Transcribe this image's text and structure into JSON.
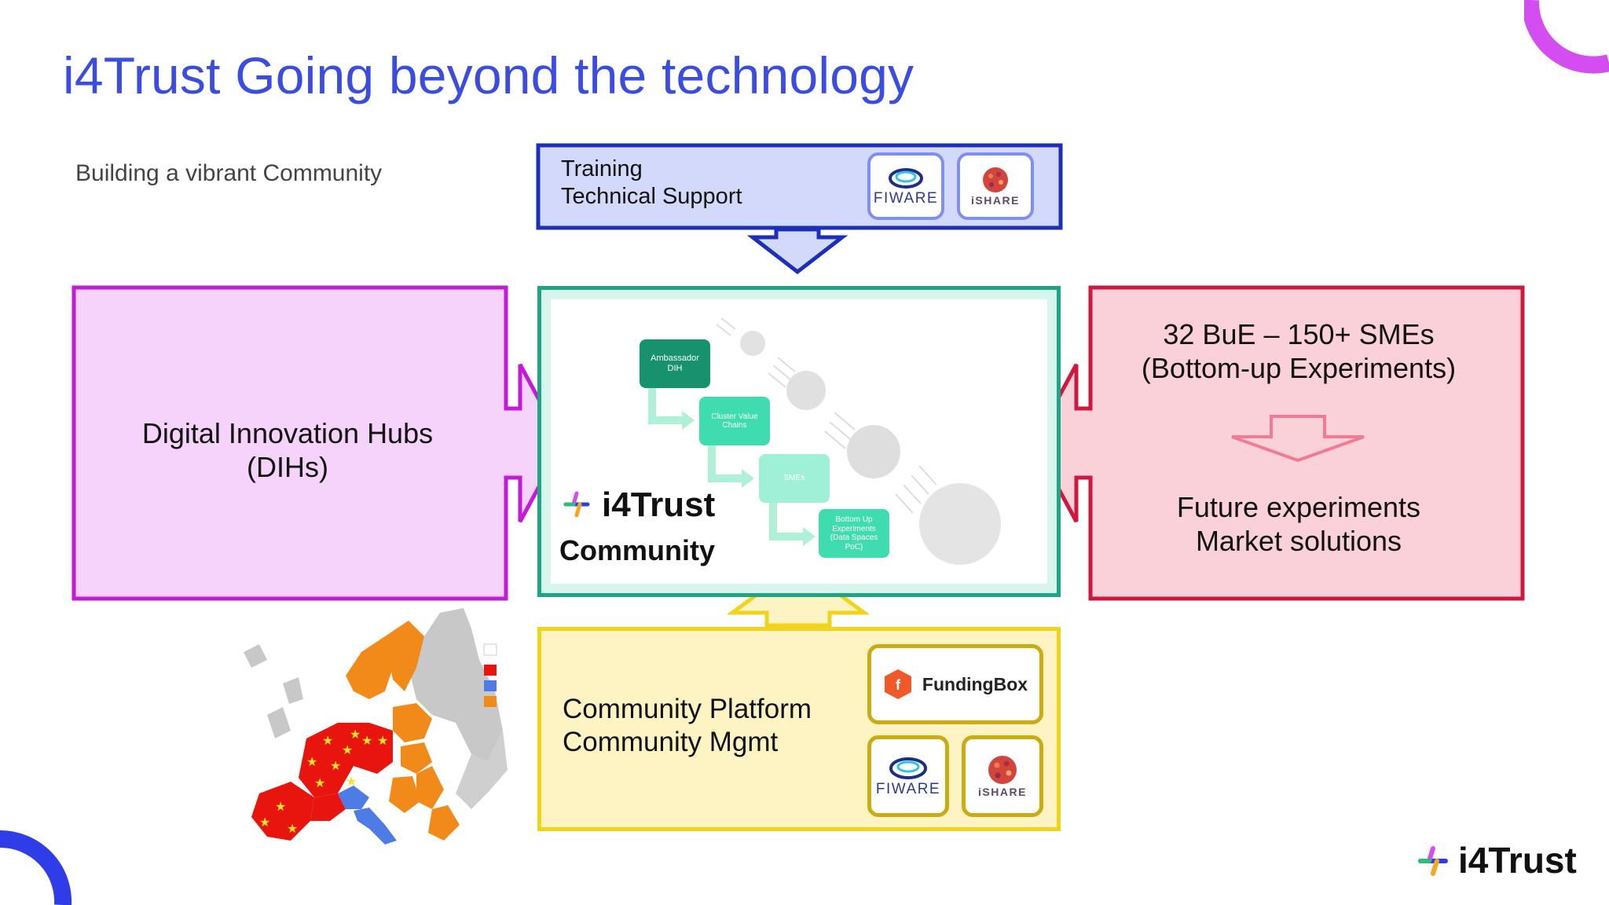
{
  "title": "i4Trust Going beyond the technology",
  "subtitle": "Building a vibrant Community",
  "training_box": {
    "line1": "Training",
    "line2": "Technical Support",
    "logo1": "FIWARE",
    "logo2": "iSHARE"
  },
  "dih_box": {
    "line1": "Digital Innovation Hubs",
    "line2": "(DIHs)"
  },
  "community_box": {
    "brand": "i4Trust",
    "label": "Community",
    "steps": [
      "Ambassador DIH",
      "Cluster Value Chains",
      "SMEs",
      "Bottom Up Experiments (Data Spaces PoC)"
    ]
  },
  "experiments_box": {
    "line1": "32 BuE – 150+ SMEs",
    "line2": "(Bottom-up Experiments)",
    "line3": "Future experiments",
    "line4": "Market solutions"
  },
  "platform_box": {
    "line1": "Community Platform",
    "line2": "Community Mgmt",
    "logo1": "FundingBox",
    "logo2": "FIWARE",
    "logo3": "iSHARE"
  },
  "footer_brand": "i4Trust",
  "colors": {
    "title": "#3a4de0",
    "blue_box": "#1c2fb8",
    "magenta_box": "#c21ad6",
    "green_box": "#1fa584",
    "red_box": "#d0173f",
    "yellow_box": "#f1d41a",
    "corner_purple": "#d44df0",
    "corner_blue": "#2f3de8"
  },
  "icons": [
    "corner-arc-top-right",
    "corner-arc-bottom-left",
    "europe-map",
    "i4trust-logo-icon",
    "fiware-logo-icon",
    "ishare-logo-icon",
    "fundingbox-logo-icon"
  ]
}
